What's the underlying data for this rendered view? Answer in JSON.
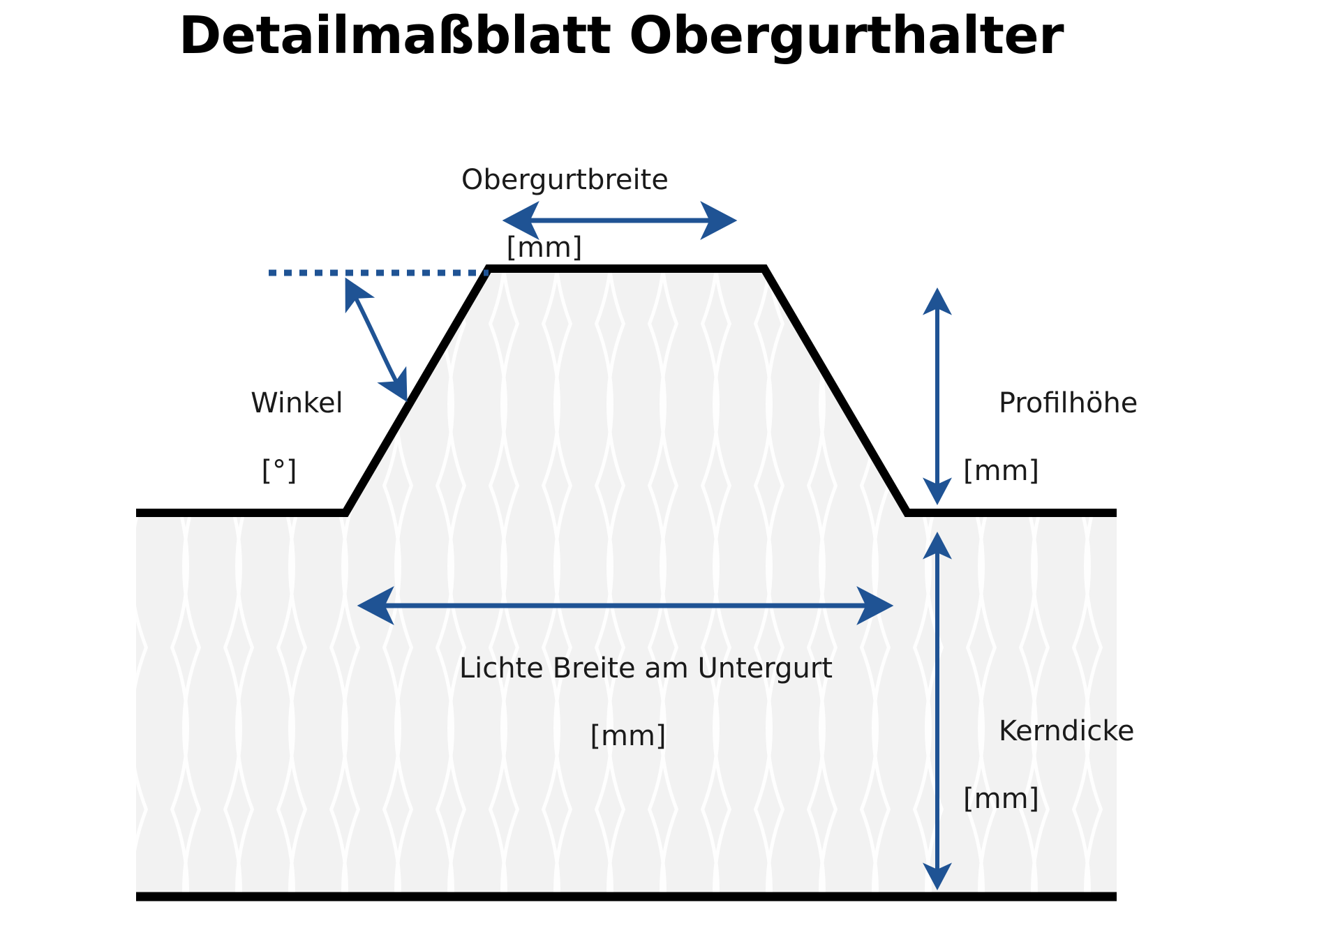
{
  "page": {
    "title": "Detailmaßblatt Obergurthalter",
    "background_color": "#ffffff"
  },
  "colors": {
    "accent_blue": "#1f5394",
    "outline_black": "#000000",
    "fill_gray": "#f2f2f2",
    "texture_white": "#ffffff",
    "text": "#1a1a1a"
  },
  "diagram": {
    "type": "technical-cross-section",
    "description": "Trapezoidal profile cross-section with dimension callouts",
    "annotations": [
      {
        "id": "obergurtbreite",
        "label": "Obergurtbreite",
        "unit": "[mm]",
        "marker": "horizontal-double-arrow",
        "position": "top"
      },
      {
        "id": "winkel",
        "label": "Winkel",
        "unit": "[°]",
        "marker": "curved-double-arrow",
        "position": "left-flank"
      },
      {
        "id": "profilhoehe",
        "label": "Profilhöhe",
        "unit": "[mm]",
        "marker": "vertical-double-arrow",
        "position": "right"
      },
      {
        "id": "kerndicke",
        "label": "Kerndicke",
        "unit": "[mm]",
        "marker": "vertical-double-arrow",
        "position": "right-lower"
      },
      {
        "id": "lichte-breite-am-untergurt",
        "label": "Lichte Breite am Untergurt",
        "unit": "[mm]",
        "marker": "horizontal-double-arrow",
        "position": "lower-middle"
      }
    ]
  },
  "chart_data": {
    "type": "table",
    "title": "Detailmaßblatt Obergurthalter",
    "categories": [
      "Obergurtbreite",
      "Winkel",
      "Profilhöhe",
      "Kerndicke",
      "Lichte Breite am Untergurt"
    ],
    "units": [
      "[mm]",
      "[°]",
      "[mm]",
      "[mm]",
      "[mm]"
    ],
    "values": [
      null,
      null,
      null,
      null,
      null
    ]
  }
}
